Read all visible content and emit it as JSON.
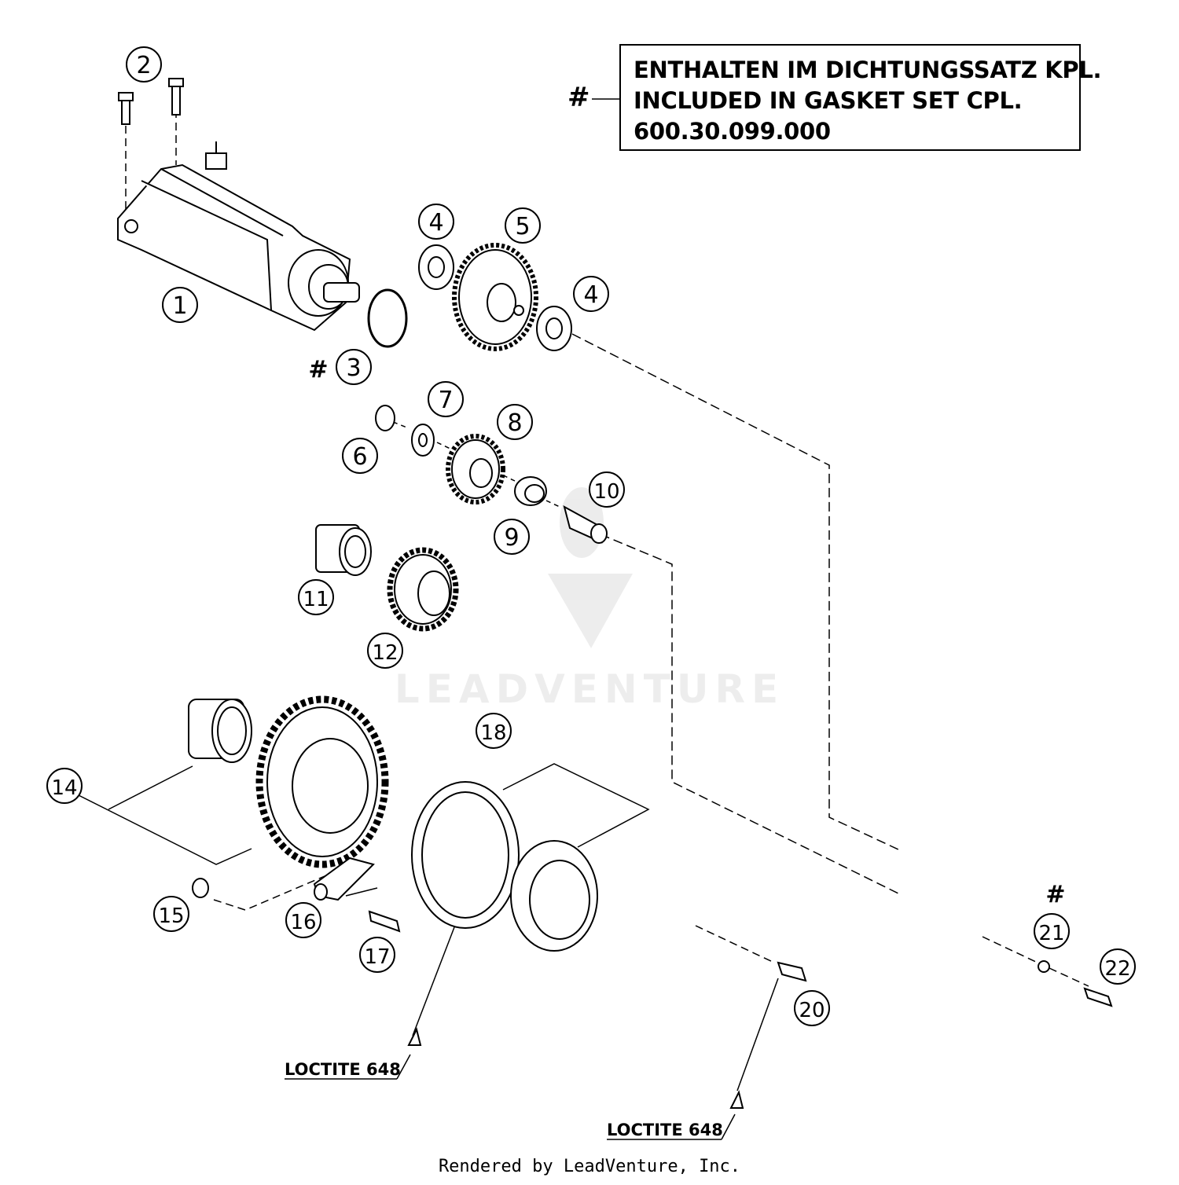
{
  "note": {
    "marker": "#",
    "line_de": "ENTHALTEN IM DICHTUNGSSATZ KPL.",
    "line_en": "INCLUDED IN GASKET SET CPL.",
    "part_number": "600.30.099.000"
  },
  "callouts": [
    "1",
    "2",
    "3",
    "4",
    "4",
    "5",
    "6",
    "7",
    "8",
    "9",
    "10",
    "11",
    "12",
    "14",
    "15",
    "16",
    "17",
    "18",
    "20",
    "21",
    "22"
  ],
  "gasket_marker": "#",
  "loctite_labels": [
    "LOCTITE 648",
    "LOCTITE 648"
  ],
  "watermark": "LEADVENTURE",
  "footer": "Rendered by LeadVenture, Inc."
}
